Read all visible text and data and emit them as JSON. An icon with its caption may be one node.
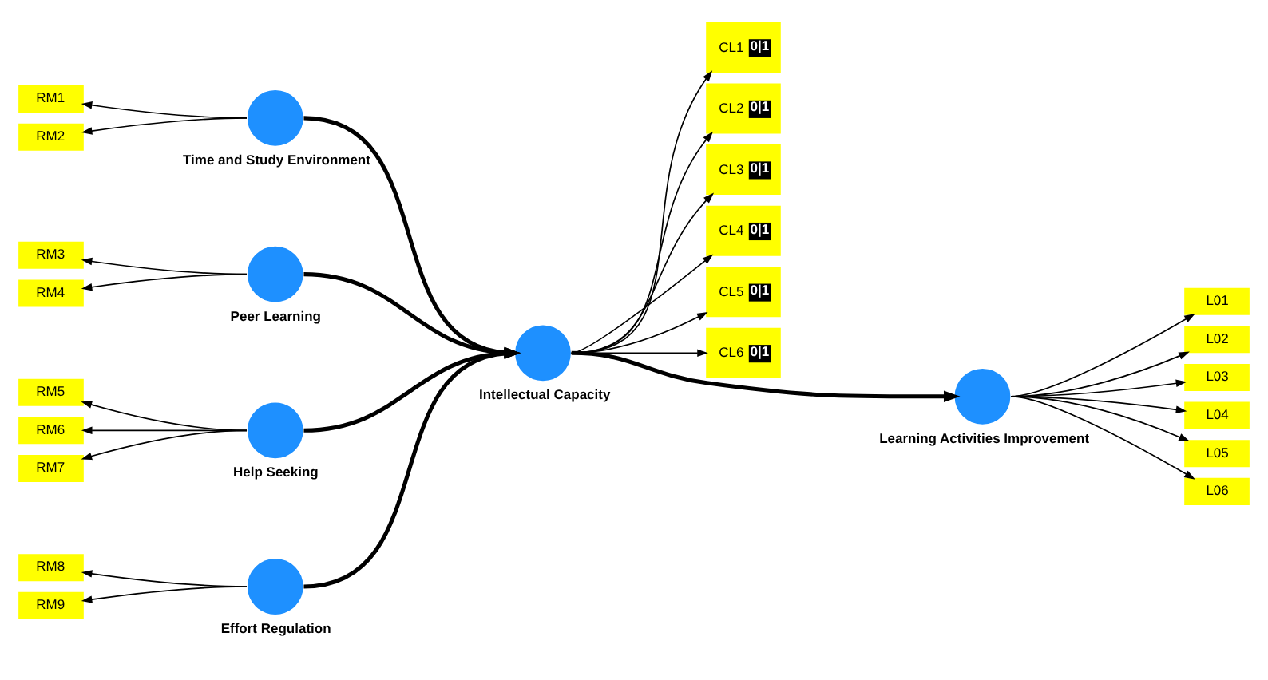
{
  "diagram": {
    "nodes": [
      {
        "text": [
          "RM1"
        ]
      },
      {
        "text": [
          "RM2"
        ]
      },
      {
        "text": [
          "Time and Study Environment"
        ]
      },
      {
        "text": [
          "RM3"
        ]
      },
      {
        "text": [
          "RM4"
        ]
      },
      {
        "text": [
          "Peer Learning"
        ]
      },
      {
        "text": [
          "RM5"
        ]
      },
      {
        "text": [
          "RM6"
        ]
      },
      {
        "text": [
          "RM7"
        ]
      },
      {
        "text": [
          "Help Seeking"
        ]
      },
      {
        "text": [
          "RM8"
        ]
      },
      {
        "text": [
          "RM9"
        ]
      },
      {
        "text": [
          "Effort Regulation"
        ]
      },
      {
        "text": [
          "Intellectual Capacity"
        ]
      },
      {
        "text": [
          "CL1",
          "0|1"
        ]
      },
      {
        "text": [
          "CL2",
          "0|1"
        ]
      },
      {
        "text": [
          "CL3",
          "0|1"
        ]
      },
      {
        "text": [
          "CL4",
          "0|1"
        ]
      },
      {
        "text": [
          "CL5",
          "0|1"
        ]
      },
      {
        "text": [
          "CL6",
          "0|1"
        ]
      },
      {
        "text": [
          "Learning Activities Improvement"
        ]
      },
      {
        "text": [
          "L01"
        ]
      },
      {
        "text": [
          "L02"
        ]
      },
      {
        "text": [
          "L03"
        ]
      },
      {
        "text": [
          "L04"
        ]
      },
      {
        "text": [
          "L05"
        ]
      },
      {
        "text": [
          "L06"
        ]
      }
    ],
    "edges": [
      {
        "from": 2,
        "to": 0,
        "arrow": "to"
      },
      {
        "from": 2,
        "to": 1,
        "arrow": "to"
      },
      {
        "from": 5,
        "to": 3,
        "arrow": "to"
      },
      {
        "from": 5,
        "to": 4,
        "arrow": "to"
      },
      {
        "from": 9,
        "to": 6,
        "arrow": "to"
      },
      {
        "from": 9,
        "to": 7,
        "arrow": "to"
      },
      {
        "from": 9,
        "to": 8,
        "arrow": "to"
      },
      {
        "from": 12,
        "to": 10,
        "arrow": "to"
      },
      {
        "from": 12,
        "to": 11,
        "arrow": "to"
      },
      {
        "from": 2,
        "to": 13,
        "arrow": "to",
        "style": "thick"
      },
      {
        "from": 5,
        "to": 13,
        "arrow": "to",
        "style": "thick"
      },
      {
        "from": 9,
        "to": 13,
        "arrow": "to",
        "style": "thick"
      },
      {
        "from": 12,
        "to": 13,
        "arrow": "to",
        "style": "thick"
      },
      {
        "from": 13,
        "to": 14,
        "arrow": "to"
      },
      {
        "from": 13,
        "to": 15,
        "arrow": "to"
      },
      {
        "from": 13,
        "to": 16,
        "arrow": "to"
      },
      {
        "from": 13,
        "to": 17,
        "arrow": "to"
      },
      {
        "from": 13,
        "to": 18,
        "arrow": "to"
      },
      {
        "from": 13,
        "to": 19,
        "arrow": "to"
      },
      {
        "from": 13,
        "to": 20,
        "arrow": "to",
        "style": "thick"
      },
      {
        "from": 20,
        "to": 21,
        "arrow": "to"
      },
      {
        "from": 20,
        "to": 22,
        "arrow": "to"
      },
      {
        "from": 20,
        "to": 23,
        "arrow": "to"
      },
      {
        "from": 20,
        "to": 24,
        "arrow": "to"
      },
      {
        "from": 20,
        "to": 25,
        "arrow": "to"
      },
      {
        "from": 20,
        "to": 26,
        "arrow": "to"
      }
    ]
  }
}
